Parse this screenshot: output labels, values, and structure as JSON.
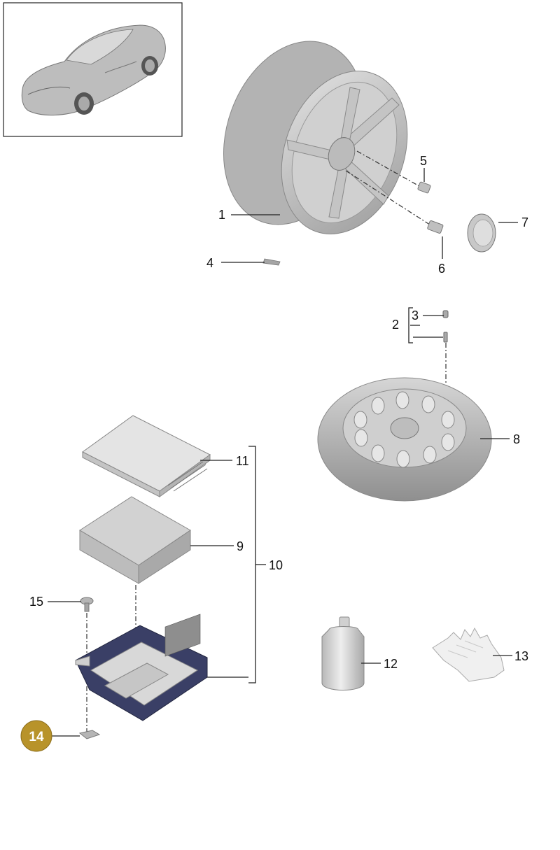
{
  "diagram": {
    "callouts": {
      "c1": "1",
      "c2": "2",
      "c3": "3",
      "c4": "4",
      "c5": "5",
      "c6": "6",
      "c7": "7",
      "c8": "8",
      "c9": "9",
      "c10": "10",
      "c11": "11",
      "c12": "12",
      "c13": "13",
      "c14": "14",
      "c15": "15"
    },
    "highlight_callout": "14",
    "colors": {
      "highlight_badge": "#b8932a",
      "part_gray": "#c9c9c9",
      "part_dark": "#9a9a9a",
      "bracket_blue": "#2b2f55",
      "line": "#222222"
    },
    "icons": {
      "thumbnail": "sports-coupe-car-icon",
      "part1": "alloy-wheel-rim-icon",
      "part4": "balance-weight-icon",
      "part5": "wheel-bolt-icon",
      "part6": "wheel-bolt-icon",
      "part7": "center-cap-icon",
      "part8": "spare-wheel-icon",
      "part9": "compressor-box-icon",
      "part11": "cover-pad-icon",
      "part12": "sealant-bottle-icon",
      "part13": "gloves-icon",
      "part14": "clip-nut-icon",
      "part15": "screw-icon",
      "parts23": "valve-icon",
      "part10": "holder-bracket-icon"
    }
  }
}
